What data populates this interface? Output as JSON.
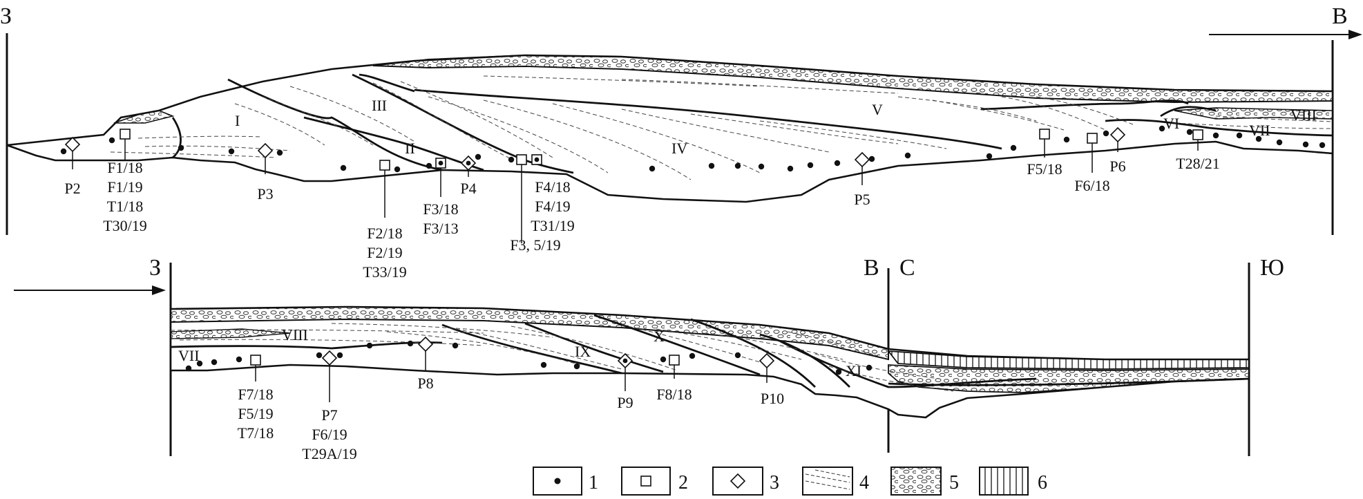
{
  "upper_profile": {
    "dir_left": "З",
    "dir_right": "В",
    "units": [
      "I",
      "II",
      "III",
      "IV",
      "V",
      "VI",
      "VII",
      "VIII"
    ],
    "callouts": [
      {
        "id": "p2",
        "lines": [
          "P2"
        ]
      },
      {
        "id": "f1",
        "lines": [
          "F1/18",
          "F1/19",
          "T1/18",
          "T30/19"
        ]
      },
      {
        "id": "p3",
        "lines": [
          "P3"
        ]
      },
      {
        "id": "f2",
        "lines": [
          "F2/18",
          "F2/19",
          "T33/19"
        ]
      },
      {
        "id": "f3",
        "lines": [
          "F3/18",
          "F3/13"
        ]
      },
      {
        "id": "p4",
        "lines": [
          "P4"
        ]
      },
      {
        "id": "f4",
        "lines": [
          "F4/18",
          "F4/19",
          "T31/19",
          "F3, 5/19"
        ]
      },
      {
        "id": "p5",
        "lines": [
          "P5"
        ]
      },
      {
        "id": "f5",
        "lines": [
          "F5/18"
        ]
      },
      {
        "id": "f6",
        "lines": [
          "F6/18"
        ]
      },
      {
        "id": "p6",
        "lines": [
          "P6"
        ]
      },
      {
        "id": "t28",
        "lines": [
          "T28/21"
        ]
      }
    ]
  },
  "lower_profile": {
    "dir_left": "З",
    "dir_mid": "В",
    "dir_mid2": "С",
    "dir_right": "Ю",
    "units": [
      "VII",
      "VIII",
      "IX",
      "X",
      "XI"
    ],
    "callouts": [
      {
        "id": "f7",
        "lines": [
          "F7/18",
          "F5/19",
          "T7/18"
        ]
      },
      {
        "id": "p7",
        "lines": [
          "P7",
          "F6/19",
          "T29A/19"
        ]
      },
      {
        "id": "p8",
        "lines": [
          "P8"
        ]
      },
      {
        "id": "p9",
        "lines": [
          "P9"
        ]
      },
      {
        "id": "f8",
        "lines": [
          "F8/18"
        ]
      },
      {
        "id": "p10",
        "lines": [
          "P10"
        ]
      }
    ]
  },
  "legend": [
    {
      "num": "1",
      "icon": "filled-dot-icon"
    },
    {
      "num": "2",
      "icon": "square-icon"
    },
    {
      "num": "3",
      "icon": "diamond-icon"
    },
    {
      "num": "4",
      "icon": "dashed-lines-icon"
    },
    {
      "num": "5",
      "icon": "gravel-pattern-icon"
    },
    {
      "num": "6",
      "icon": "vertical-hatch-icon"
    }
  ],
  "colors": {
    "ink": "#111111",
    "background": "#ffffff"
  }
}
